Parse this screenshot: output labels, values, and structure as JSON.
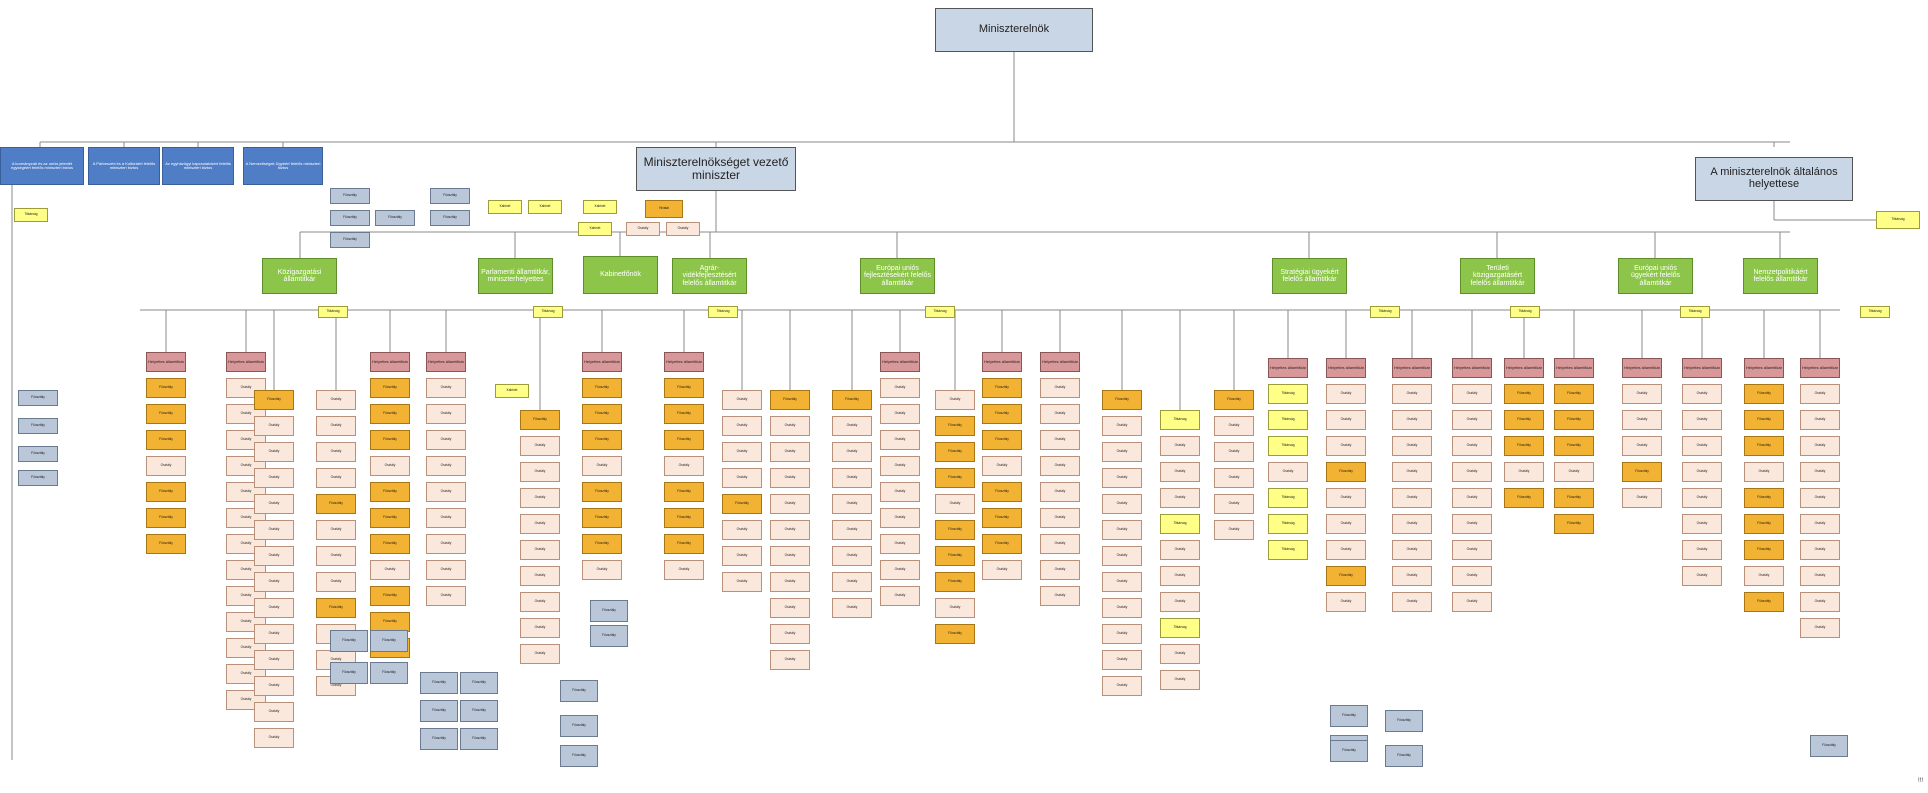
{
  "colors": {
    "top": "#c9d6e6",
    "blue": "#4f7ec6",
    "green": "#8dc54a",
    "rose": "#d8989a",
    "orange": "#f2b233",
    "yellow": "#ffff88",
    "peach": "#fbe8dc",
    "gray": "#b9c7d9",
    "line": "#8a8a8a"
  },
  "top_nodes": {
    "pm": "Miniszterelnök",
    "office_head": "Miniszterelnökséget vezető miniszter",
    "deputy": "A miniszterelnök általános helyettese"
  },
  "left_blue": [
    "A kormányzati és az uniós jelenlét egységéért felelős miniszteri biztos",
    "A Párbeszéd és a Kultúráért felelős miniszteri biztos",
    "Az egyházügyi kapcsolatokért felelős miniszteri biztos",
    "A Nemzetiségek Ügyéért felelős miniszteri biztos"
  ],
  "state_secretaries": [
    "Közigazgatási államtitkár",
    "Parlamenti államtitkár, miniszterhelyettes",
    "Kabinetfőnök",
    "Agrár-vidékfejlesztésért felelős államtitkár",
    "Európai uniós fejlesztésekért felelős államtitkár",
    "Stratégiai ügyekért felelős államtitkár",
    "Területi közigazgatásért felelős államtitkár",
    "Európai uniós ügyekért felelős államtitkár",
    "Nemzetpolitikáért felelős államtitkár"
  ],
  "small_labels": {
    "titkarsag": "Titkárság",
    "kabinet": "Kabinet",
    "foosztaly": "Főosztály",
    "osztaly": "Osztály",
    "helyettes": "Helyettes államtitkár",
    "hivatal": "Hivatal"
  },
  "footer": "!!!"
}
